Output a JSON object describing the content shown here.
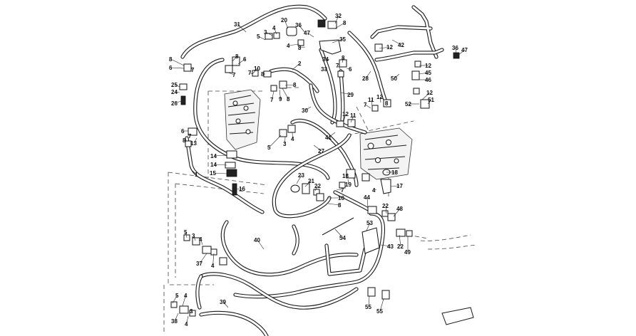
{
  "diagram": {
    "title": "",
    "callouts": [
      {
        "id": "c31",
        "text": "31"
      },
      {
        "id": "c20",
        "text": "20"
      },
      {
        "id": "c36a",
        "text": "36"
      },
      {
        "id": "c32",
        "text": "32"
      },
      {
        "id": "c8a",
        "text": "8"
      },
      {
        "id": "c47a",
        "text": "47"
      },
      {
        "id": "c35",
        "text": "35"
      },
      {
        "id": "c5a",
        "text": "5"
      },
      {
        "id": "c3a",
        "text": "3"
      },
      {
        "id": "c4a",
        "text": "4"
      },
      {
        "id": "c4b",
        "text": "4"
      },
      {
        "id": "c8b",
        "text": "8"
      },
      {
        "id": "c34",
        "text": "34"
      },
      {
        "id": "c33",
        "text": "33"
      },
      {
        "id": "c8c",
        "text": "8"
      },
      {
        "id": "c7a",
        "text": "7"
      },
      {
        "id": "c6a",
        "text": "6"
      },
      {
        "id": "c42",
        "text": "42"
      },
      {
        "id": "c12a",
        "text": "12"
      },
      {
        "id": "c36b",
        "text": "36"
      },
      {
        "id": "c47b",
        "text": "47"
      },
      {
        "id": "c12b",
        "text": "12"
      },
      {
        "id": "c45",
        "text": "45"
      },
      {
        "id": "c46",
        "text": "46"
      },
      {
        "id": "c28",
        "text": "28"
      },
      {
        "id": "c50",
        "text": "50"
      },
      {
        "id": "c8d",
        "text": "8"
      },
      {
        "id": "c6b",
        "text": "6"
      },
      {
        "id": "c7b",
        "text": "7"
      },
      {
        "id": "c8e",
        "text": "8"
      },
      {
        "id": "c6c",
        "text": "6"
      },
      {
        "id": "c7c",
        "text": "7"
      },
      {
        "id": "c10a",
        "text": "10"
      },
      {
        "id": "c8f",
        "text": "8"
      },
      {
        "id": "c2",
        "text": "2"
      },
      {
        "id": "c7d",
        "text": "7"
      },
      {
        "id": "c8g",
        "text": "8"
      },
      {
        "id": "c25",
        "text": "25"
      },
      {
        "id": "c24",
        "text": "24"
      },
      {
        "id": "c26",
        "text": "26"
      },
      {
        "id": "c7e",
        "text": "7"
      },
      {
        "id": "c9",
        "text": "9"
      },
      {
        "id": "c8h",
        "text": "8"
      },
      {
        "id": "c29",
        "text": "29"
      },
      {
        "id": "c12c",
        "text": "12"
      },
      {
        "id": "c51",
        "text": "51"
      },
      {
        "id": "c11a",
        "text": "11"
      },
      {
        "id": "c12d",
        "text": "12"
      },
      {
        "id": "c7f",
        "text": "7"
      },
      {
        "id": "c8i",
        "text": "8"
      },
      {
        "id": "c52",
        "text": "52"
      },
      {
        "id": "c30",
        "text": "30"
      },
      {
        "id": "c12e",
        "text": "12"
      },
      {
        "id": "c11b",
        "text": "11"
      },
      {
        "id": "c6d",
        "text": "6"
      },
      {
        "id": "c7g",
        "text": "7"
      },
      {
        "id": "c8j",
        "text": "8"
      },
      {
        "id": "c13",
        "text": "13"
      },
      {
        "id": "c41",
        "text": "41"
      },
      {
        "id": "c27",
        "text": "27"
      },
      {
        "id": "c5b",
        "text": "5"
      },
      {
        "id": "c3b",
        "text": "3"
      },
      {
        "id": "c4c",
        "text": "4"
      },
      {
        "id": "c14a",
        "text": "14"
      },
      {
        "id": "c14b",
        "text": "14"
      },
      {
        "id": "c15",
        "text": "15"
      },
      {
        "id": "c1",
        "text": "1"
      },
      {
        "id": "c16",
        "text": "16"
      },
      {
        "id": "c23",
        "text": "23"
      },
      {
        "id": "c21",
        "text": "21"
      },
      {
        "id": "c22a",
        "text": "22"
      },
      {
        "id": "c18a",
        "text": "18"
      },
      {
        "id": "c18b",
        "text": "18"
      },
      {
        "id": "c19",
        "text": "19"
      },
      {
        "id": "c17",
        "text": "17"
      },
      {
        "id": "c4d",
        "text": "4"
      },
      {
        "id": "c7h",
        "text": "7"
      },
      {
        "id": "c10b",
        "text": "10"
      },
      {
        "id": "c8k",
        "text": "8"
      },
      {
        "id": "c44",
        "text": "44"
      },
      {
        "id": "c22b",
        "text": "22"
      },
      {
        "id": "c48",
        "text": "48"
      },
      {
        "id": "c53",
        "text": "53"
      },
      {
        "id": "c54",
        "text": "54"
      },
      {
        "id": "c40",
        "text": "40"
      },
      {
        "id": "c5c",
        "text": "5"
      },
      {
        "id": "c3c",
        "text": "3"
      },
      {
        "id": "c4e",
        "text": "4"
      },
      {
        "id": "c37",
        "text": "37"
      },
      {
        "id": "c4f",
        "text": "4"
      },
      {
        "id": "c43",
        "text": "43"
      },
      {
        "id": "c22c",
        "text": "22"
      },
      {
        "id": "c49",
        "text": "49"
      },
      {
        "id": "c5d",
        "text": "5"
      },
      {
        "id": "c4g",
        "text": "4"
      },
      {
        "id": "c39",
        "text": "39"
      },
      {
        "id": "c3d",
        "text": "3"
      },
      {
        "id": "c38",
        "text": "38"
      },
      {
        "id": "c4h",
        "text": "4"
      },
      {
        "id": "c55a",
        "text": "55"
      },
      {
        "id": "c55b",
        "text": "55"
      }
    ]
  }
}
